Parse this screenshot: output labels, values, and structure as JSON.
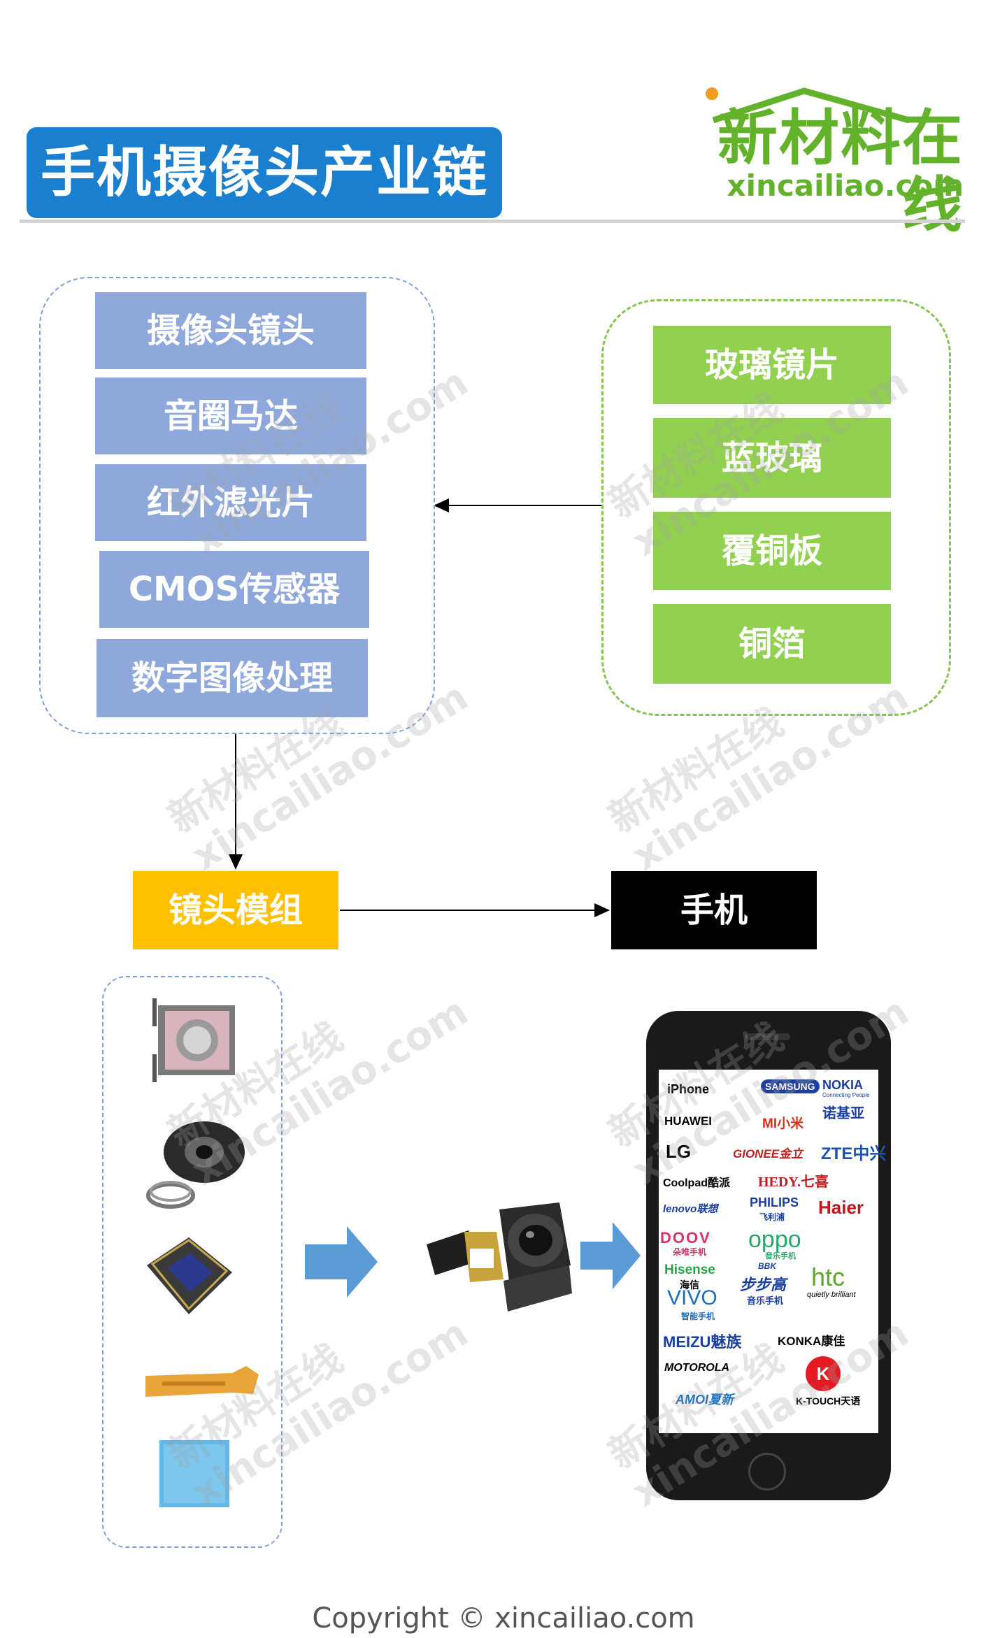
{
  "header": {
    "title": "手机摄像头产业链",
    "logo_cn": "新材料在线",
    "logo_en": "xincailiao.com"
  },
  "left_group": {
    "items": [
      "摄像头镜头",
      "音圈马达",
      "红外滤光片",
      "CMOS传感器",
      "数字图像处理"
    ]
  },
  "right_group": {
    "items": [
      "玻璃镜片",
      "蓝玻璃",
      "覆铜板",
      "铜箔"
    ]
  },
  "flow": {
    "lens_module": "镜头模组",
    "phone": "手机"
  },
  "brands": {
    "iphone": "iPhone",
    "samsung": "SAMSUNG",
    "nokia": "NOKIA",
    "nokia_tag": "Connecting People",
    "nokia_cn": "诺基亚",
    "huawei": "HUAWEI",
    "mi": "MI小米",
    "lg": "LG",
    "gionee": "GIONEE金立",
    "zte": "ZTE中兴",
    "coolpad": "Coolpad酷派",
    "hedy": "HEDY.七喜",
    "lenovo": "lenovo联想",
    "philips": "PHILIPS",
    "philips_cn": "飞利浦",
    "haier": "Haier",
    "doov": "DOOV",
    "doov_cn": "朵唯手机",
    "oppo": "oppo",
    "oppo_cn": "音乐手机",
    "hisense": "Hisense",
    "hisense_cn": "海信",
    "bbk": "BBK",
    "bbk_cn": "步步高",
    "bbk_sub": "音乐手机",
    "htc": "htc",
    "htc_tag": "quietly brilliant",
    "vivo": "VIVO",
    "vivo_cn": "智能手机",
    "meizu": "MEIZU魅族",
    "konka": "KONKA康佳",
    "motorola": "MOTOROLA",
    "amoi": "AMOI夏新",
    "ktouch": "K-TOUCH天语"
  },
  "footer": {
    "copyright": "Copyright © xincailiao.com"
  },
  "colors": {
    "title_blue": "#1b7fd0",
    "component_blue": "#8ea8dc",
    "material_green": "#92d050",
    "module_yellow": "#ffc000",
    "phone_black": "#000000",
    "arrow_blue": "#5b9bd5",
    "logo_green": "#63b22b"
  },
  "icons": [
    "voice-coil-motor-icon",
    "lens-barrel-icon",
    "cmos-sensor-icon",
    "flex-cable-icon",
    "ir-filter-icon",
    "camera-module-icon",
    "smartphone-icon"
  ]
}
